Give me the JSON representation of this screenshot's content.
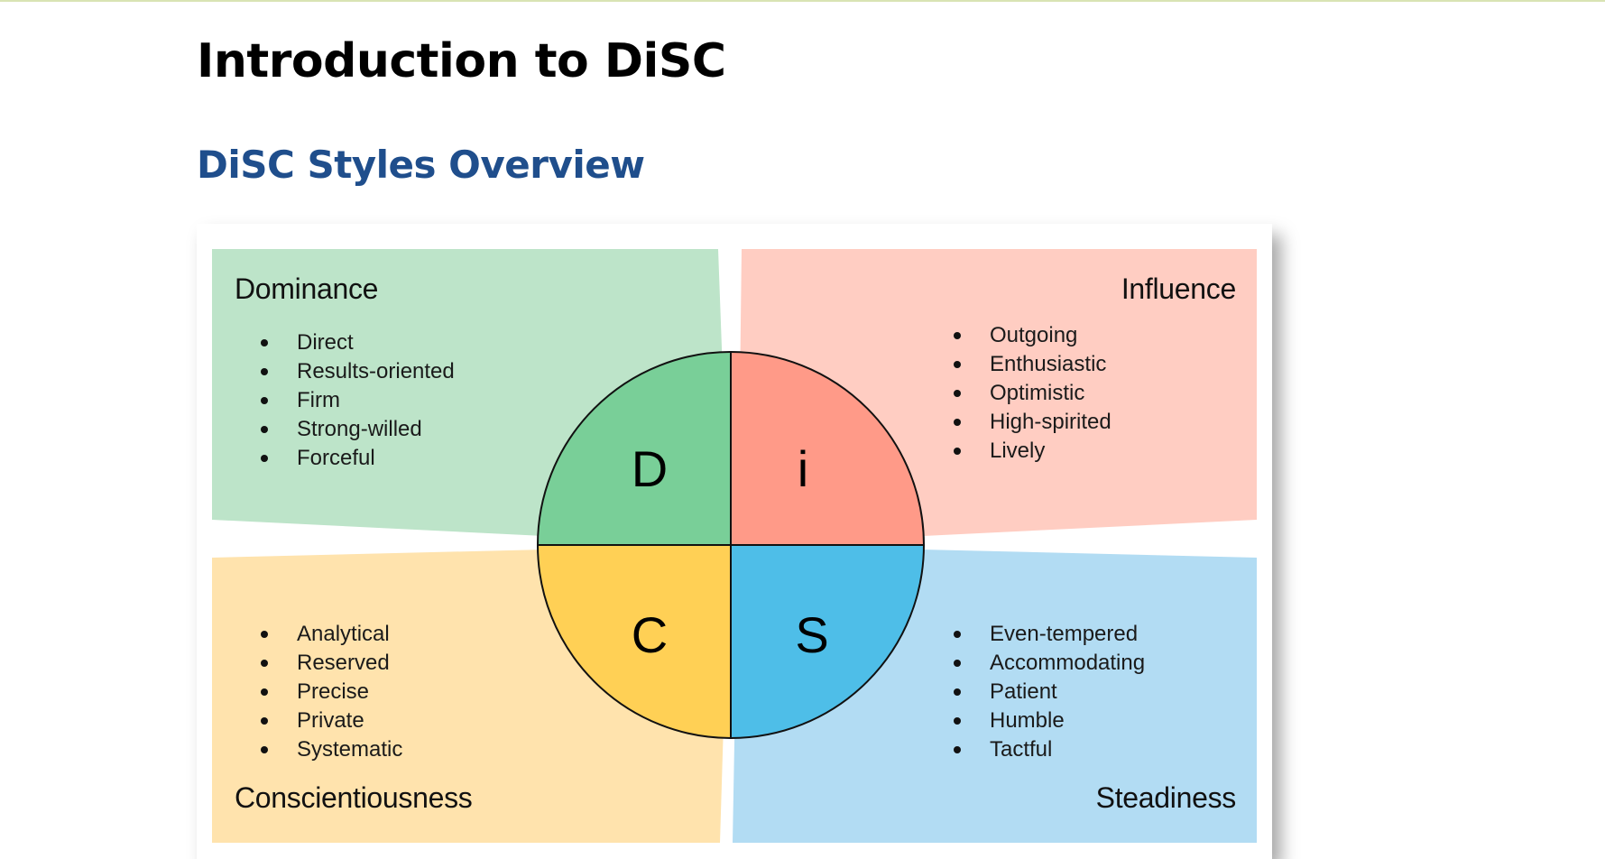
{
  "document": {
    "title": "Introduction to DiSC",
    "subtitle": "DiSC Styles Overview"
  },
  "diagram": {
    "center_letters": {
      "d": "D",
      "i": "i",
      "s": "S",
      "c": "C"
    },
    "quadrants": {
      "dominance": {
        "heading": "Dominance",
        "traits": [
          "Direct",
          "Results-oriented",
          "Firm",
          "Strong-willed",
          "Forceful"
        ],
        "color": "#bde4c9",
        "circle_color": "#79cf98"
      },
      "influence": {
        "heading": "Influence",
        "traits": [
          "Outgoing",
          "Enthusiastic",
          "Optimistic",
          "High-spirited",
          "Lively"
        ],
        "color": "#ffcdc2",
        "circle_color": "#ff9a88"
      },
      "conscientiousness": {
        "heading": "Conscientiousness",
        "traits": [
          "Analytical",
          "Reserved",
          "Precise",
          "Private",
          "Systematic"
        ],
        "color": "#ffe3ad",
        "circle_color": "#ffd055"
      },
      "steadiness": {
        "heading": "Steadiness",
        "traits": [
          "Even-tempered",
          "Accommodating",
          "Patient",
          "Humble",
          "Tactful"
        ],
        "color": "#b2dcf3",
        "circle_color": "#4ebee8"
      }
    }
  }
}
